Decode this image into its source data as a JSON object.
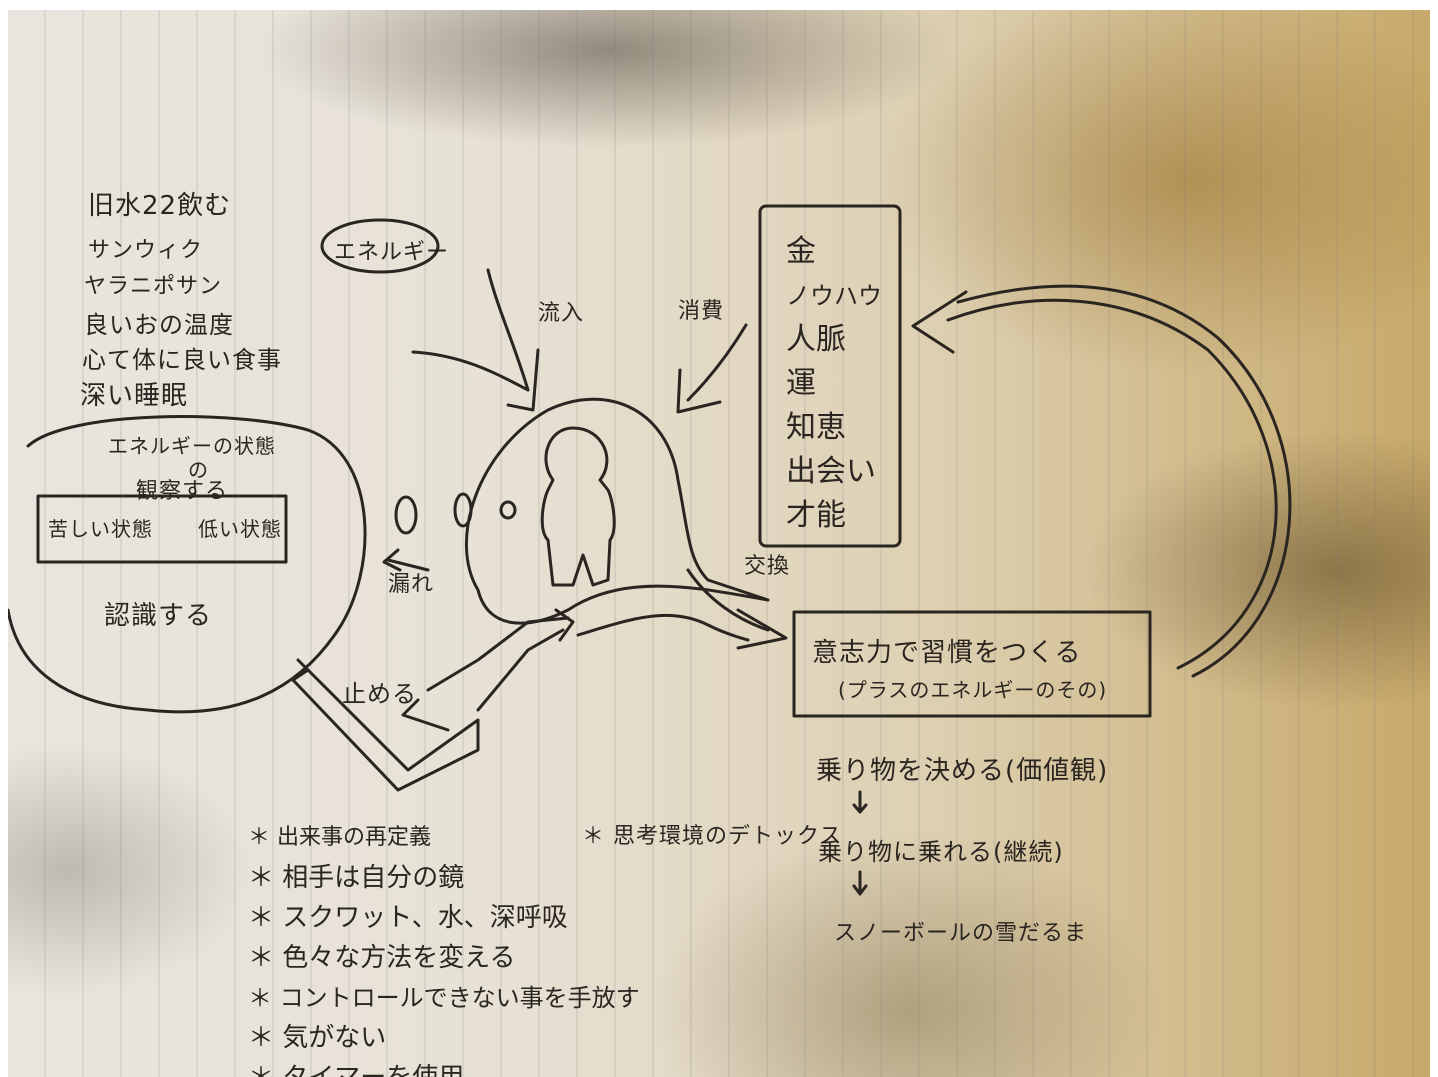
{
  "left_list": [
    "旧水22飲む",
    "サンウィク",
    "ヤラニポサン",
    "良いおの温度",
    "心て体に良い食事",
    "深い睡眠"
  ],
  "energy_label": "エネルギー",
  "inflow_label": "流入",
  "consume_label": "消費",
  "resources": [
    "金",
    "ノウハウ",
    "人脈",
    "運",
    "知恵",
    "出会い",
    "才能"
  ],
  "circle": {
    "line1": "エネルギーの状態",
    "line2": "の",
    "line3": "観察する",
    "box_left": "苦しい状態",
    "box_right": "低い状態",
    "bottom": "認識する"
  },
  "leak_label": "漏れ",
  "stop_label": "止める",
  "exchange_label": "交換",
  "habit_box": {
    "line1": "意志力で習慣をつくる",
    "line2": "(プラスのエネルギーのその)"
  },
  "flow": {
    "step1": "乗り物を決める(価値観)",
    "step2": "乗り物に乗れる(継続)",
    "step3": "スノーボールの雪だるま",
    "side_note": "＊ 思考環境のデトックス"
  },
  "bullets": [
    "＊ 出来事の再定義",
    "＊ 相手は自分の鏡",
    "＊ スクワット、水、深呼吸",
    "＊ 色々な方法を変える",
    "＊ コントロールできない事を手放す",
    "＊ 気がない",
    "＊ タイマーを使用"
  ]
}
